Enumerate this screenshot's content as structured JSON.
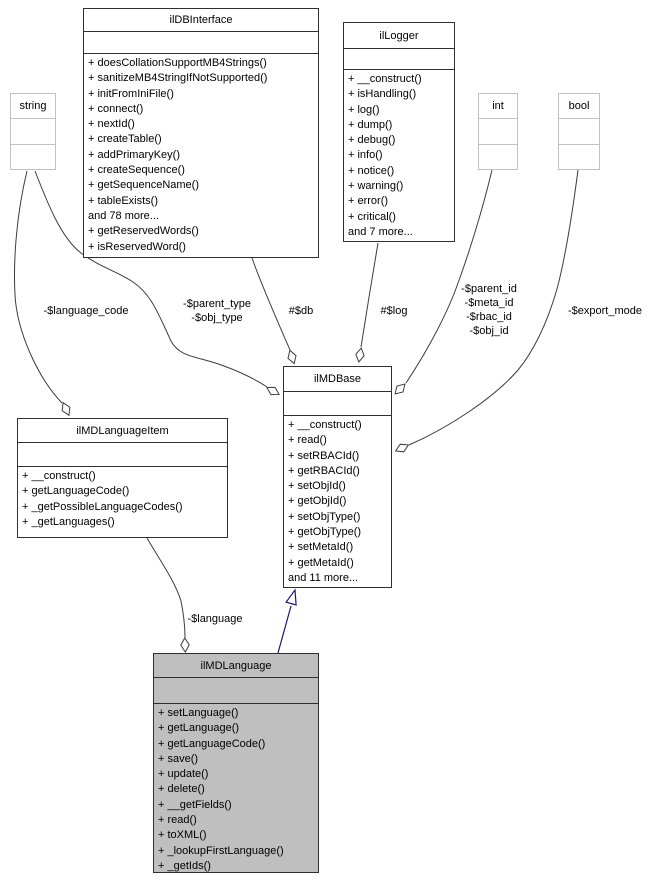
{
  "classes": {
    "ilDBInterface": {
      "title": "ilDBInterface",
      "methods": [
        "+ doesCollationSupportMB4Strings()",
        "+ sanitizeMB4StringIfNotSupported()",
        "+ initFromIniFile()",
        "+ connect()",
        "+ nextId()",
        "+ createTable()",
        "+ addPrimaryKey()",
        "+ createSequence()",
        "+ getSequenceName()",
        "+ tableExists()",
        "and 78 more...",
        "+ getReservedWords()",
        "+ isReservedWord()"
      ]
    },
    "ilLogger": {
      "title": "ilLogger",
      "methods": [
        "+ __construct()",
        "+ isHandling()",
        "+ log()",
        "+ dump()",
        "+ debug()",
        "+ info()",
        "+ notice()",
        "+ warning()",
        "+ error()",
        "+ critical()",
        "and 7 more..."
      ]
    },
    "string": {
      "title": "string",
      "methods": []
    },
    "int": {
      "title": "int",
      "methods": []
    },
    "bool": {
      "title": "bool",
      "methods": []
    },
    "ilMDBase": {
      "title": "ilMDBase",
      "methods": [
        "+ __construct()",
        "+ read()",
        "+ setRBACId()",
        "+ getRBACId()",
        "+ setObjId()",
        "+ getObjId()",
        "+ setObjType()",
        "+ getObjType()",
        "+ setMetaId()",
        "+ getMetaId()",
        "and 11 more..."
      ]
    },
    "ilMDLanguageItem": {
      "title": "ilMDLanguageItem",
      "methods": [
        "+ __construct()",
        "+ getLanguageCode()",
        "+ _getPossibleLanguageCodes()",
        "+ _getLanguages()"
      ]
    },
    "ilMDLanguage": {
      "title": "ilMDLanguage",
      "methods": [
        "+ setLanguage()",
        "+ getLanguage()",
        "+ getLanguageCode()",
        "+ save()",
        "+ update()",
        "+ delete()",
        "+ __getFields()",
        "+ read()",
        "+ toXML()",
        "+ _lookupFirstLanguage()",
        "+ _getIds()"
      ]
    }
  },
  "edge_labels": {
    "db": "#$db",
    "log": "#$log",
    "language_code": "-$language_code",
    "parent_obj_type": "-$parent_type\n-$obj_type",
    "ids": "-$parent_id\n-$meta_id\n-$rbac_id\n-$obj_id",
    "export_mode": "-$export_mode",
    "language": "-$language"
  },
  "colors": {
    "box_border": "#2f2f2f",
    "external_box_border": "#c2c2c2",
    "highlighted_class_fill": "#bfbfbf",
    "edge": "#3c3c3c",
    "inheritance_edge": "#191970",
    "background": "#ffffff",
    "text": "#000000"
  }
}
